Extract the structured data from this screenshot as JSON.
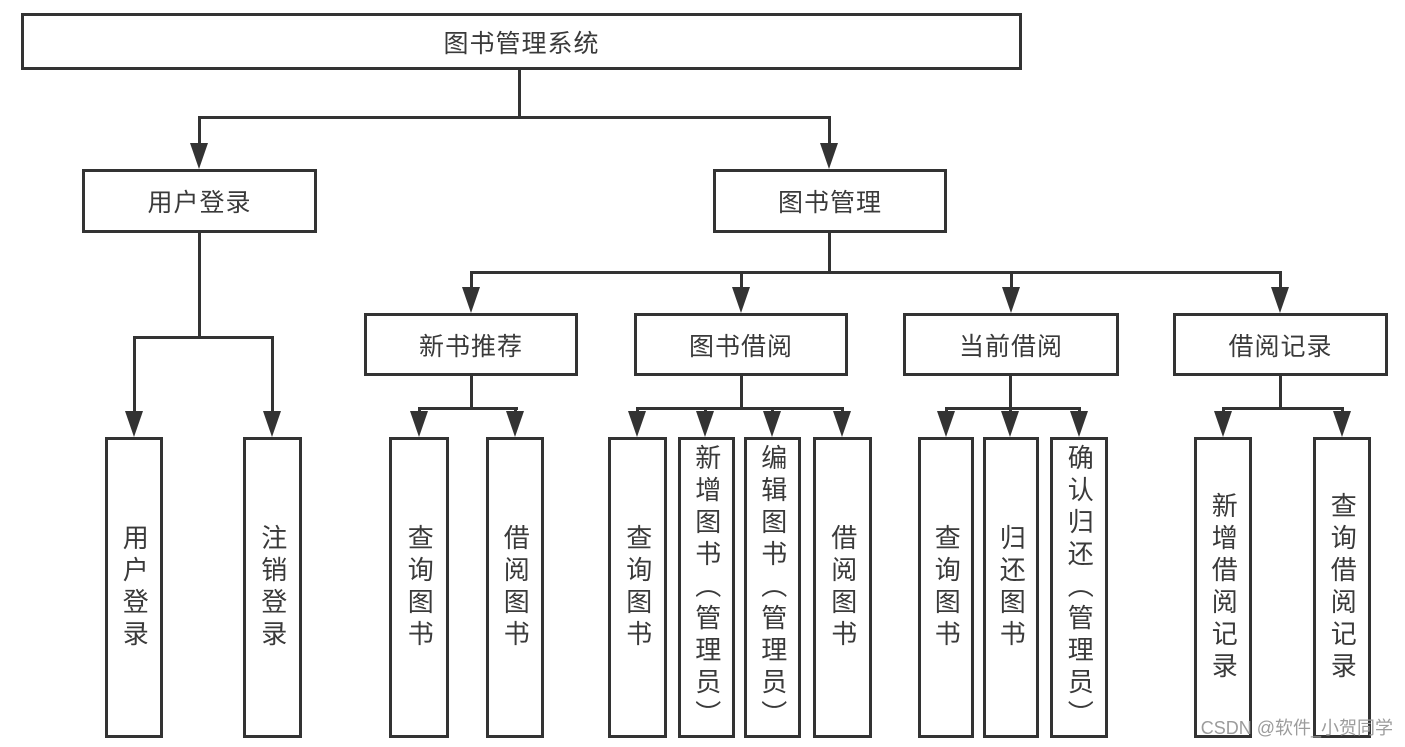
{
  "tree": {
    "root": {
      "label": "图书管理系统"
    },
    "level2": [
      {
        "label": "用户登录",
        "leaves": [
          "用户登录",
          "注销登录"
        ]
      },
      {
        "label": "图书管理",
        "sections": [
          {
            "label": "新书推荐",
            "leaves": [
              "查询图书",
              "借阅图书"
            ]
          },
          {
            "label": "图书借阅",
            "leaves": [
              "查询图书",
              "新增图书（管理员）",
              "编辑图书（管理员）",
              "借阅图书"
            ]
          },
          {
            "label": "当前借阅",
            "leaves": [
              "查询图书",
              "归还图书",
              "确认归还（管理员）"
            ]
          },
          {
            "label": "借阅记录",
            "leaves": [
              "新增借阅记录",
              "查询借阅记录"
            ]
          }
        ]
      }
    ]
  },
  "watermark": {
    "text": "CSDN @软件_小贺同学"
  },
  "colors": {
    "line": "#333333",
    "text": "#3a3a3a",
    "watermark": "#9c9c9c",
    "background": "#ffffff"
  }
}
